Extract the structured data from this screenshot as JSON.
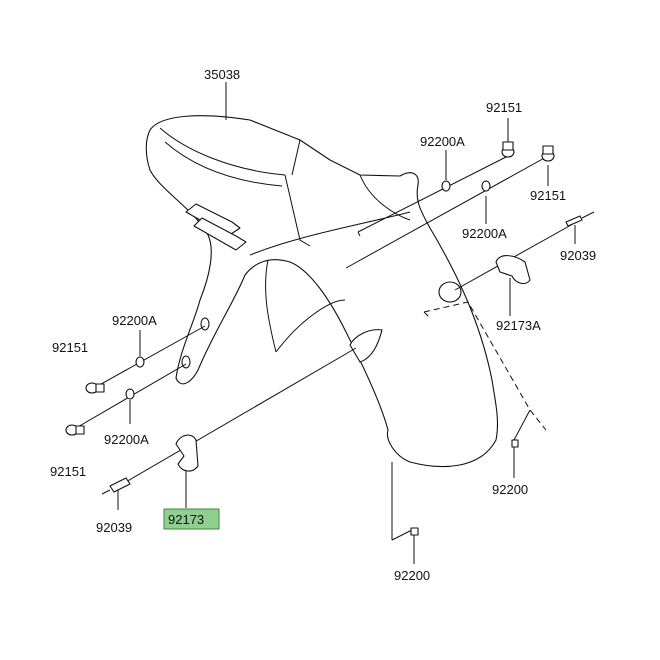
{
  "labels": {
    "fender": "35038",
    "bolt_top_a": "92151",
    "washer_top_a": "92200A",
    "bolt_top_b": "92151",
    "washer_top_b": "92200A",
    "clip_right": "92039",
    "bracket_right": "92173A",
    "washer_left_a": "92200A",
    "bolt_left_a": "92151",
    "bolt_left_b": "92151",
    "washer_left_b": "92200A",
    "clip_left": "92039",
    "bracket_left": "92173",
    "nut_right": "92200",
    "nut_bottom": "92200"
  },
  "colors": {
    "highlight": "#8fcf8f",
    "line": "#111111"
  }
}
